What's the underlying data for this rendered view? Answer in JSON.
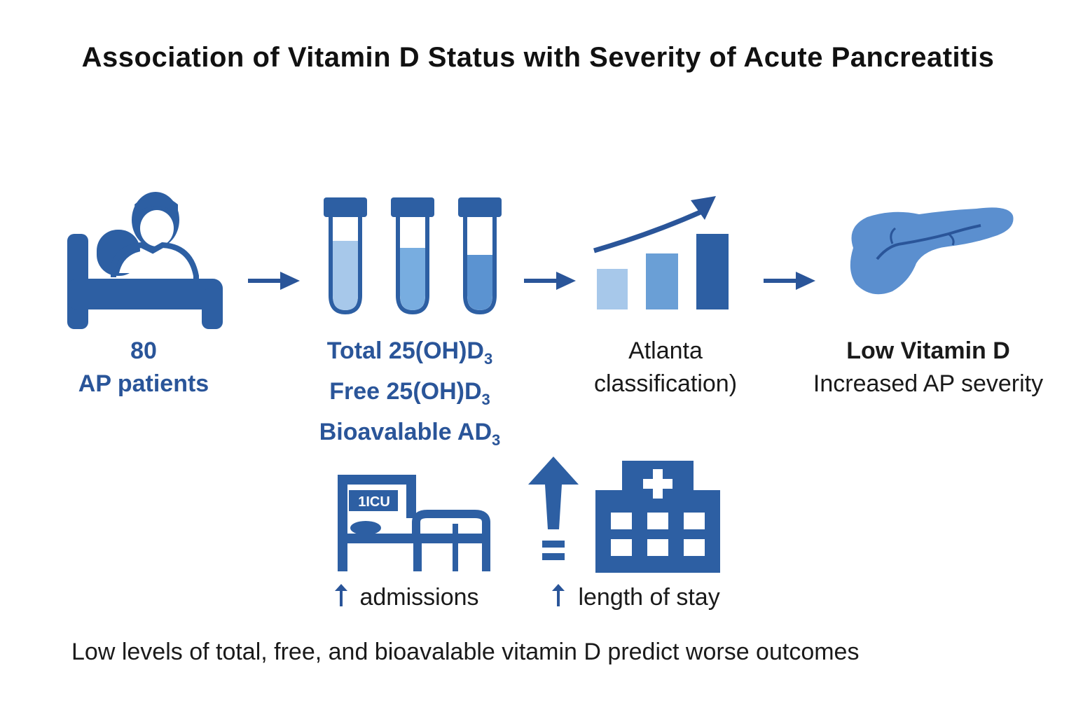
{
  "title": "Association of Vitamin D Status with Severity of Acute Pancreatitis",
  "steps": {
    "patients": {
      "count": "80",
      "label": "AP patients"
    },
    "tests": [
      {
        "text": "Total 25(OH)D",
        "sub": "3"
      },
      {
        "text": "Free 25(OH)D",
        "sub": "3"
      },
      {
        "text": "Bioavalable AD",
        "sub": "3"
      }
    ],
    "classification": {
      "line1": "Atlanta",
      "line2": "classification)"
    },
    "result": {
      "line1": "Low Vitamin D",
      "line2": "Increased AP severity"
    }
  },
  "outcomes": {
    "icu_sign": "ICU",
    "icu_mark": "1",
    "admissions": "admissions",
    "length_of_stay": "length of stay"
  },
  "footer": "Low levels of total, free, and bioavalable vitamin D predict worse outcomes",
  "colors": {
    "primary": "#2a5599",
    "dark_blue": "#2d5fa3",
    "mid_blue": "#6a9fd6",
    "light_blue": "#a7c8ea",
    "organ": "#5b8fcf"
  },
  "icons": [
    "patient-in-bed-icon",
    "test-tube-icon",
    "bar-chart-trend-icon",
    "pancreas-icon",
    "icu-bed-icon",
    "up-arrow-icon",
    "hospital-icon"
  ]
}
